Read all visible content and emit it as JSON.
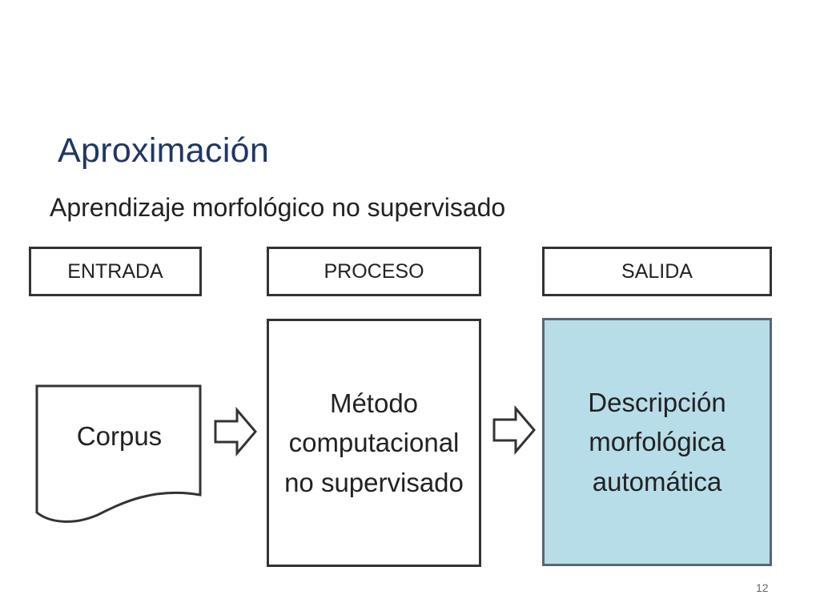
{
  "slide": {
    "title": "Aproximación",
    "subtitle": "Aprendizaje morfológico no supervisado",
    "page_number": "12"
  },
  "headers": {
    "input": "ENTRADA",
    "process": "PROCESO",
    "output": "SALIDA"
  },
  "nodes": {
    "corpus": "Corpus",
    "method": [
      "Método",
      "computacional",
      "no supervisado"
    ],
    "description": [
      "Descripción",
      "morfológica",
      "automática"
    ]
  },
  "colors": {
    "title": "#1f3864",
    "output_fill": "#b7dde8",
    "border": "#333333"
  },
  "icons": [
    "document-shape",
    "right-arrow-icon",
    "right-arrow-icon"
  ]
}
